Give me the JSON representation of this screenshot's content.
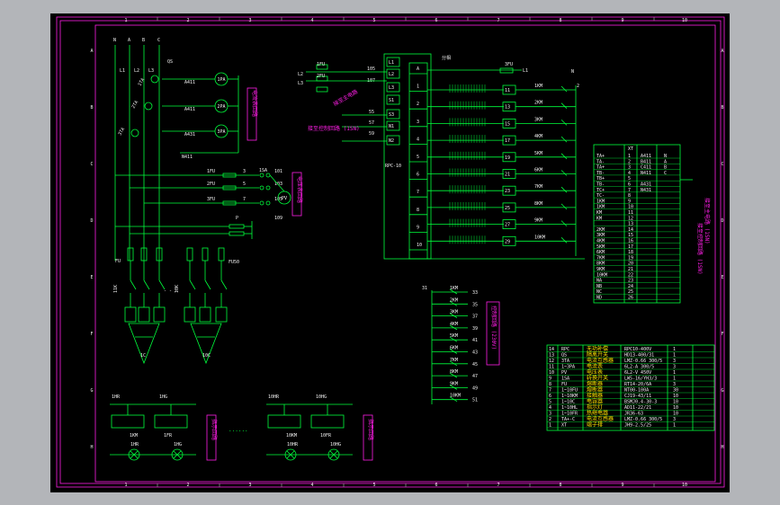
{
  "grid": {
    "cols": [
      "1",
      "2",
      "3",
      "4",
      "5",
      "6",
      "7",
      "8",
      "9",
      "10"
    ],
    "rows": [
      "A",
      "B",
      "C",
      "D",
      "E",
      "F",
      "G",
      "H"
    ]
  },
  "power": {
    "phases": [
      "N",
      "A",
      "B",
      "C"
    ],
    "lines": [
      "L1",
      "L2",
      "L3"
    ],
    "qs": "QS",
    "ta": [
      "1TA",
      "2TA",
      "3TA"
    ],
    "ammeters": [
      "A411",
      "A411",
      "A431"
    ],
    "meter_labels": [
      "1PA",
      "2PA",
      "3PA"
    ],
    "n411": "N411"
  },
  "fuses": {
    "labels": [
      "1FU",
      "2FU",
      "3FU"
    ],
    "nodes": [
      "3",
      "5",
      "7"
    ],
    "switch": "1SA",
    "nodes_right": [
      "101",
      "103",
      "105"
    ],
    "pv": "PV",
    "pv_node": "109",
    "p": "P"
  },
  "breakers": {
    "fu": "FU",
    "fu_right": "FU50",
    "contactors": [
      "11K",
      "10K"
    ],
    "loads": [
      "1C",
      "10C"
    ]
  },
  "module": {
    "title": "RPC-10",
    "inputs": [
      "L1",
      "L2",
      "L3",
      "S1",
      "S3",
      "N1",
      "N2"
    ],
    "input_nodes": [
      "1FU",
      "2FU",
      "105",
      "107",
      "55",
      "57",
      "59"
    ],
    "input_labels": [
      "L2",
      "L3"
    ],
    "slots": [
      "A",
      "1",
      "2",
      "3",
      "4",
      "5",
      "6",
      "7",
      "8",
      "9",
      "10"
    ],
    "relays": [
      "11",
      "13",
      "15",
      "17",
      "19",
      "21",
      "23",
      "25",
      "27",
      "29"
    ],
    "relay_coils": [
      "1KM",
      "2KM",
      "3KM",
      "4KM",
      "5KM",
      "6KM",
      "7KM",
      "8KM",
      "9KM",
      "10KM"
    ],
    "fu_top": "3FU",
    "l1": "L1",
    "n": "N",
    "node_2": "2"
  },
  "coil_column": {
    "start": "31",
    "nodes": [
      "33",
      "35",
      "37",
      "39",
      "41",
      "43",
      "45",
      "47",
      "49",
      "51"
    ],
    "labels": [
      "1KM",
      "2KM",
      "3KM",
      "4KM",
      "5KM",
      "6KM",
      "7KM",
      "8KM",
      "9KM",
      "10KM"
    ],
    "box": "控制回路 (230V)"
  },
  "terminal": {
    "header": "XT",
    "rows": [
      [
        "TA+",
        "1",
        "A411",
        "N"
      ],
      [
        "TA-",
        "2",
        "B411",
        "A"
      ],
      [
        "TA+",
        "3",
        "C411",
        "B"
      ],
      [
        "TB-",
        "4",
        "N411",
        "C"
      ],
      [
        "TB+",
        "5",
        "",
        ""
      ],
      [
        "TB-",
        "6",
        "A431",
        ""
      ],
      [
        "TC+",
        "7",
        "N431",
        ""
      ],
      [
        "TC-",
        "8",
        "",
        ""
      ],
      [
        "1KM",
        "9",
        "",
        ""
      ],
      [
        "1KM",
        "10",
        "",
        ""
      ],
      [
        "KM",
        "11",
        "",
        ""
      ],
      [
        "KM",
        "12",
        "",
        ""
      ],
      [
        "",
        "13",
        "",
        ""
      ],
      [
        "2KM",
        "14",
        "",
        ""
      ],
      [
        "3KM",
        "15",
        "",
        ""
      ],
      [
        "4KM",
        "16",
        "",
        ""
      ],
      [
        "5KM",
        "17",
        "",
        ""
      ],
      [
        "6KM",
        "18",
        "",
        ""
      ],
      [
        "7KM",
        "19",
        "",
        ""
      ],
      [
        "8KM",
        "20",
        "",
        ""
      ],
      [
        "9KM",
        "21",
        "",
        ""
      ],
      [
        "10KM",
        "22",
        "",
        ""
      ],
      [
        "NA",
        "23",
        "",
        ""
      ],
      [
        "NB",
        "24",
        "",
        ""
      ],
      [
        "NC",
        "25",
        "",
        ""
      ],
      [
        "ND",
        "26",
        "",
        ""
      ]
    ],
    "side_labels": [
      "接至主电路 (1SN)",
      "接至控制回路 (1SN)"
    ]
  },
  "bom": {
    "rows": [
      [
        "14",
        "RPC",
        "无功补偿",
        "RPC10-400V",
        "1"
      ],
      [
        "13",
        "QS",
        "隔离开关",
        "HD13-400/31",
        "1"
      ],
      [
        "12",
        "3TA",
        "电流互感器",
        "LMZ-0.66 300/5",
        "3"
      ],
      [
        "11",
        "1~3PA",
        "电流表",
        "6L2-A 300/5",
        "3"
      ],
      [
        "10",
        "PV",
        "电压表",
        "6L2-V 450V",
        "1"
      ],
      [
        "9",
        "1SA",
        "转换开关",
        "LW5-16/YH3/3",
        "1"
      ],
      [
        "8",
        "FU",
        "熔断器",
        "RT14-20/6A",
        "3"
      ],
      [
        "7",
        "1~10FU",
        "熔断器",
        "NT00-100A",
        "30"
      ],
      [
        "6",
        "1~10KM",
        "接触器",
        "CJ19-43/11",
        "10"
      ],
      [
        "5",
        "1~10C",
        "电容器",
        "BSMJ0.4-30-3",
        "10"
      ],
      [
        "4",
        "1~10HL",
        "指示灯",
        "AD11-22/21",
        "10"
      ],
      [
        "3",
        "1~10FR",
        "热继电器",
        "JR36-63",
        "10"
      ],
      [
        "2",
        "TA+-C",
        "电流互感器",
        "LMZ-0.66 300/5",
        "3"
      ],
      [
        "1",
        "XT",
        "端子排",
        "JH9-2.5/25",
        "1"
      ]
    ]
  },
  "lamps": {
    "left_labels": [
      "1HR",
      "1HG",
      "1KM",
      "1FR"
    ],
    "lamps_left": [
      "1HR",
      "1HG"
    ],
    "left_box": "指示回路",
    "right_labels": [
      "10HR",
      "10HG",
      "10KM",
      "10FR"
    ],
    "lamps_right": [
      "10HR",
      "10HG"
    ],
    "right_box": "指示回路"
  },
  "colors": {
    "wire": "#00ff3c",
    "label": "#ff1ee6",
    "border": "#ff1ee6",
    "sheet": "#000000",
    "viewport": "#b3b5b9"
  }
}
